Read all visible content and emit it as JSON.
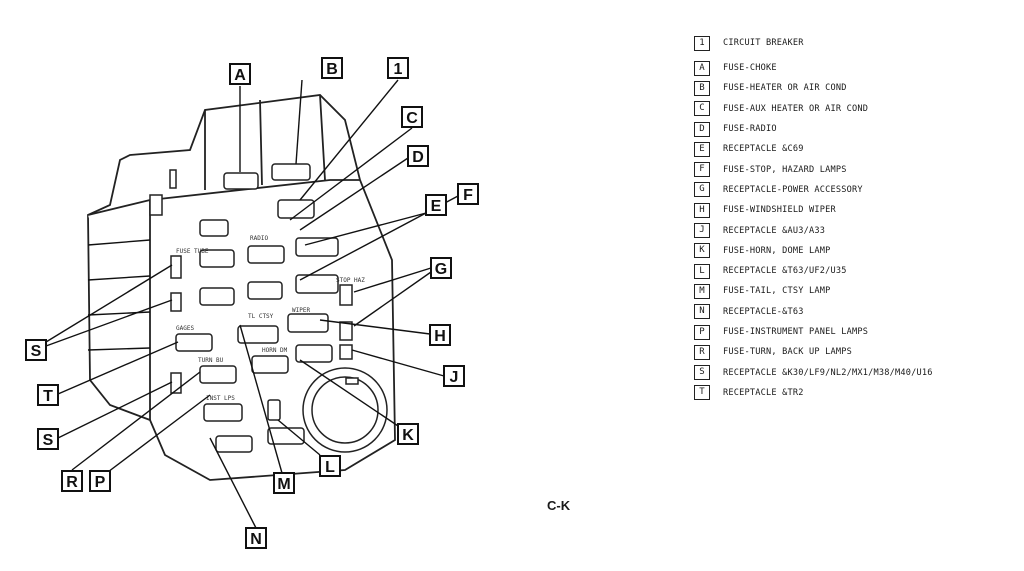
{
  "callouts": [
    {
      "id": "A",
      "label": "A"
    },
    {
      "id": "B",
      "label": "B"
    },
    {
      "id": "1",
      "label": "1"
    },
    {
      "id": "C",
      "label": "C"
    },
    {
      "id": "D",
      "label": "D"
    },
    {
      "id": "E",
      "label": "E"
    },
    {
      "id": "F",
      "label": "F"
    },
    {
      "id": "G",
      "label": "G"
    },
    {
      "id": "H",
      "label": "H"
    },
    {
      "id": "J",
      "label": "J"
    },
    {
      "id": "K",
      "label": "K"
    },
    {
      "id": "L",
      "label": "L"
    },
    {
      "id": "M",
      "label": "M"
    },
    {
      "id": "N",
      "label": "N"
    },
    {
      "id": "P",
      "label": "P"
    },
    {
      "id": "R",
      "label": "R"
    },
    {
      "id": "S1",
      "label": "S"
    },
    {
      "id": "S2",
      "label": "S"
    },
    {
      "id": "T",
      "label": "T"
    }
  ],
  "block_labels": {
    "fuse_tube": "FUSE TUBE",
    "tl_ctsy": "TL CTSY",
    "wiper": "WIPER",
    "gages": "GAGES",
    "turn_bu": "TURN BU",
    "horn_dm": "HORN DM",
    "inst_lps": "INST LPS",
    "radio": "RADIO",
    "stop_haz": "STOP HAZ"
  },
  "legend": [
    {
      "key": "1",
      "text": "CIRCUIT BREAKER"
    },
    {
      "key": "A",
      "text": "FUSE-CHOKE"
    },
    {
      "key": "B",
      "text": "FUSE-HEATER OR AIR COND"
    },
    {
      "key": "C",
      "text": "FUSE-AUX HEATER OR AIR COND"
    },
    {
      "key": "D",
      "text": "FUSE-RADIO"
    },
    {
      "key": "E",
      "text": "RECEPTACLE &C69"
    },
    {
      "key": "F",
      "text": "FUSE-STOP, HAZARD LAMPS"
    },
    {
      "key": "G",
      "text": "RECEPTACLE-POWER ACCESSORY"
    },
    {
      "key": "H",
      "text": "FUSE-WINDSHIELD WIPER"
    },
    {
      "key": "J",
      "text": "RECEPTACLE &AU3/A33"
    },
    {
      "key": "K",
      "text": "FUSE-HORN, DOME LAMP"
    },
    {
      "key": "L",
      "text": "RECEPTACLE &T63/UF2/U35"
    },
    {
      "key": "M",
      "text": "FUSE-TAIL, CTSY LAMP"
    },
    {
      "key": "N",
      "text": "RECEPTACLE-&T63"
    },
    {
      "key": "P",
      "text": "FUSE-INSTRUMENT PANEL LAMPS"
    },
    {
      "key": "R",
      "text": "FUSE-TURN, BACK UP LAMPS"
    },
    {
      "key": "S",
      "text": "RECEPTACLE &K30/LF9/NL2/MX1/M38/M40/U16"
    },
    {
      "key": "T",
      "text": "RECEPTACLE &TR2"
    }
  ],
  "figure_caption": "C-K"
}
